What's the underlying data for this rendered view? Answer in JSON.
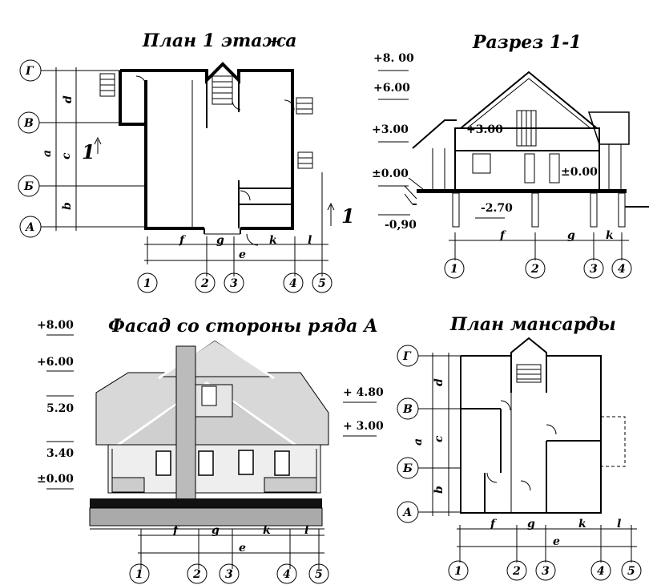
{
  "titles": {
    "plan1": "План  1 этажа",
    "section": "Разрез  1-1",
    "facade": "Фасад  со стороны ряда А",
    "attic": "План  мансарды"
  },
  "row_axes": [
    "Г",
    "В",
    "Б",
    "А"
  ],
  "column_axes": [
    "1",
    "2",
    "3",
    "4",
    "5"
  ],
  "section_columns": [
    "1",
    "2",
    "3",
    "4"
  ],
  "dimensions": {
    "vertical": [
      "d",
      "c",
      "b"
    ],
    "vertical_total": "a",
    "horizontal": [
      "f",
      "g",
      "k",
      "l"
    ],
    "horizontal_total": "e"
  },
  "section_mark": "1",
  "section_elevations": [
    "+8. 00",
    "+6.00",
    "+3.00",
    "±0.00",
    "-0,90"
  ],
  "section_inner_elevations": [
    "+3.00",
    "±0.00",
    "-2.70"
  ],
  "facade_elevations_left": [
    "+8.00",
    "+6.00",
    "5.20",
    "3.40",
    "±0.00"
  ],
  "facade_elevations_right": [
    "+ 4.80",
    "+ 3.00"
  ]
}
